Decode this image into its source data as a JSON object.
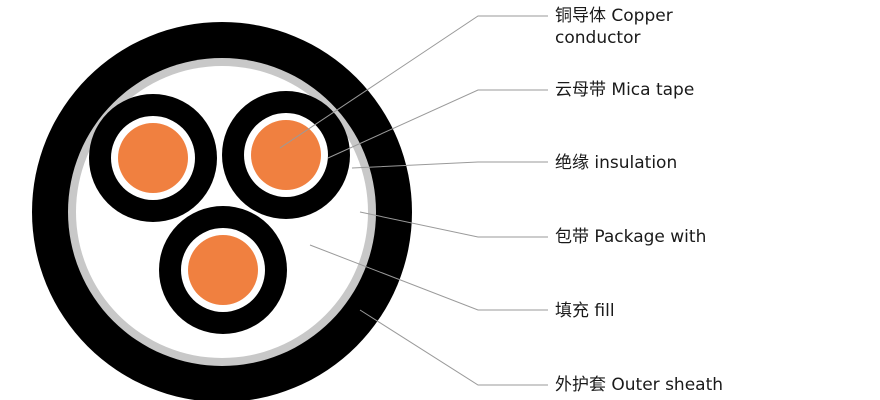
{
  "labels": [
    {
      "id": "conductor",
      "lines": [
        "铜导体 Copper",
        "conductor"
      ]
    },
    {
      "id": "mica",
      "lines": [
        "云母带 Mica tape"
      ]
    },
    {
      "id": "insulation",
      "lines": [
        "绝缘 insulation"
      ]
    },
    {
      "id": "package",
      "lines": [
        "包带 Package with"
      ]
    },
    {
      "id": "fill",
      "lines": [
        "填充 fill"
      ]
    },
    {
      "id": "sheath",
      "lines": [
        "外护套 Outer sheath"
      ]
    }
  ],
  "colors": {
    "outer_sheath": "#000000",
    "package_tape": "#c8c8c8",
    "fill": "#ffffff",
    "core_insulation": "#000000",
    "mica_tape": "#ffffff",
    "conductor": "#f08040",
    "leader_line": "#9a9a9a"
  }
}
